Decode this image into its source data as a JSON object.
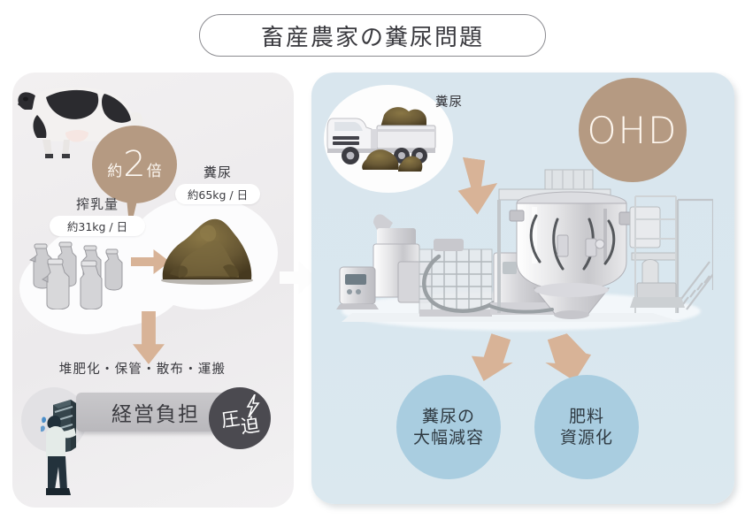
{
  "title": {
    "text": "畜産農家の糞尿問題"
  },
  "left_panel": {
    "multiplier_bubble": {
      "prefix": "約",
      "number": "2",
      "suffix": "倍"
    },
    "manure_label": {
      "caption": "糞尿",
      "value": "約65kg / 日"
    },
    "milk_label": {
      "caption": "搾乳量",
      "value": "約31kg / 日"
    },
    "operations_text": "堆肥化・保管・散布・運搬",
    "burden_label": "経営負担",
    "pressure_badge": {
      "line1": "圧",
      "line2": "迫"
    },
    "icons": {
      "cow": "cow-illustration",
      "milk_cans": "milk-can-illustration",
      "manure_pile": "manure-pile-illustration",
      "worker": "struggling-worker-illustration",
      "arrow_right": "arrow-right-icon",
      "arrow_down": "arrow-down-icon",
      "lightning": "lightning-bolt-icon"
    }
  },
  "transition": {
    "icon": "arrow-right-icon"
  },
  "right_panel": {
    "manure_label": "糞尿",
    "ohd_label": "OHD",
    "results": [
      {
        "line1": "糞尿の",
        "line2": "大幅減容"
      },
      {
        "line1": "肥料",
        "line2": "資源化"
      }
    ],
    "icons": {
      "truck": "dump-truck-illustration",
      "plant": "industrial-plant-illustration",
      "arrow_in": "arrow-down-right-icon",
      "arrow_out_left": "arrow-down-left-icon",
      "arrow_out_right": "arrow-down-right-icon"
    }
  },
  "colors": {
    "accent_tan": "#b59a82",
    "arrow_tan": "#d8b397",
    "panel_blue": "#d9e6ee",
    "panel_gray": "#f2f0f1",
    "result_blue": "#a9cde0",
    "badge_dark": "#4b4a50",
    "text_dark": "#3a3a3f"
  }
}
